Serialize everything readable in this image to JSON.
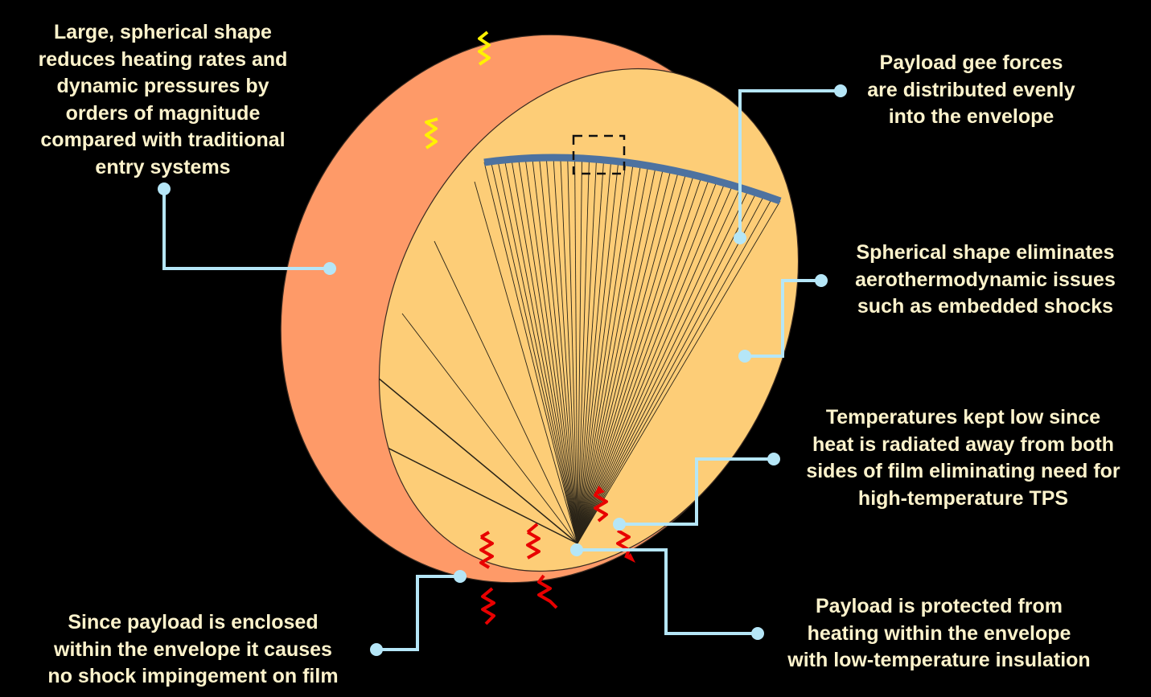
{
  "diagram": {
    "colors": {
      "background": "#000000",
      "outer_shell": "#fe9a68",
      "inner_envelope": "#fdcd77",
      "tether_band": "#4d72a0",
      "callout_line": "#b5e6f7",
      "label_text": "#fdf3cc",
      "heat_inbound": "#fff200",
      "heat_radiated": "#e80000"
    },
    "icons": {
      "inbound_heat": "yellow-squiggle-arrow-icon",
      "radiated_heat": "red-squiggle-arrow-icon",
      "callout_end": "callout-dot-icon"
    },
    "callouts": {
      "large_sphere": "Large, spherical shape\nreduces heating rates and\ndynamic pressures by\norders of magnitude\ncompared with traditional\nentry systems",
      "gee_forces": "Payload gee forces\nare distributed evenly\ninto the envelope",
      "spherical_shape": "Spherical shape eliminates\naerothermodynamic issues\nsuch as embedded shocks",
      "temperatures": "Temperatures kept low since\nheat is radiated away from both\nsides of film eliminating need for\nhigh-temperature TPS",
      "payload_protected": "Payload is protected from\nheating within the envelope\nwith low-temperature insulation",
      "payload_enclosed": "Since payload is enclosed\nwithin the envelope it causes\nno shock impingement on film"
    }
  }
}
